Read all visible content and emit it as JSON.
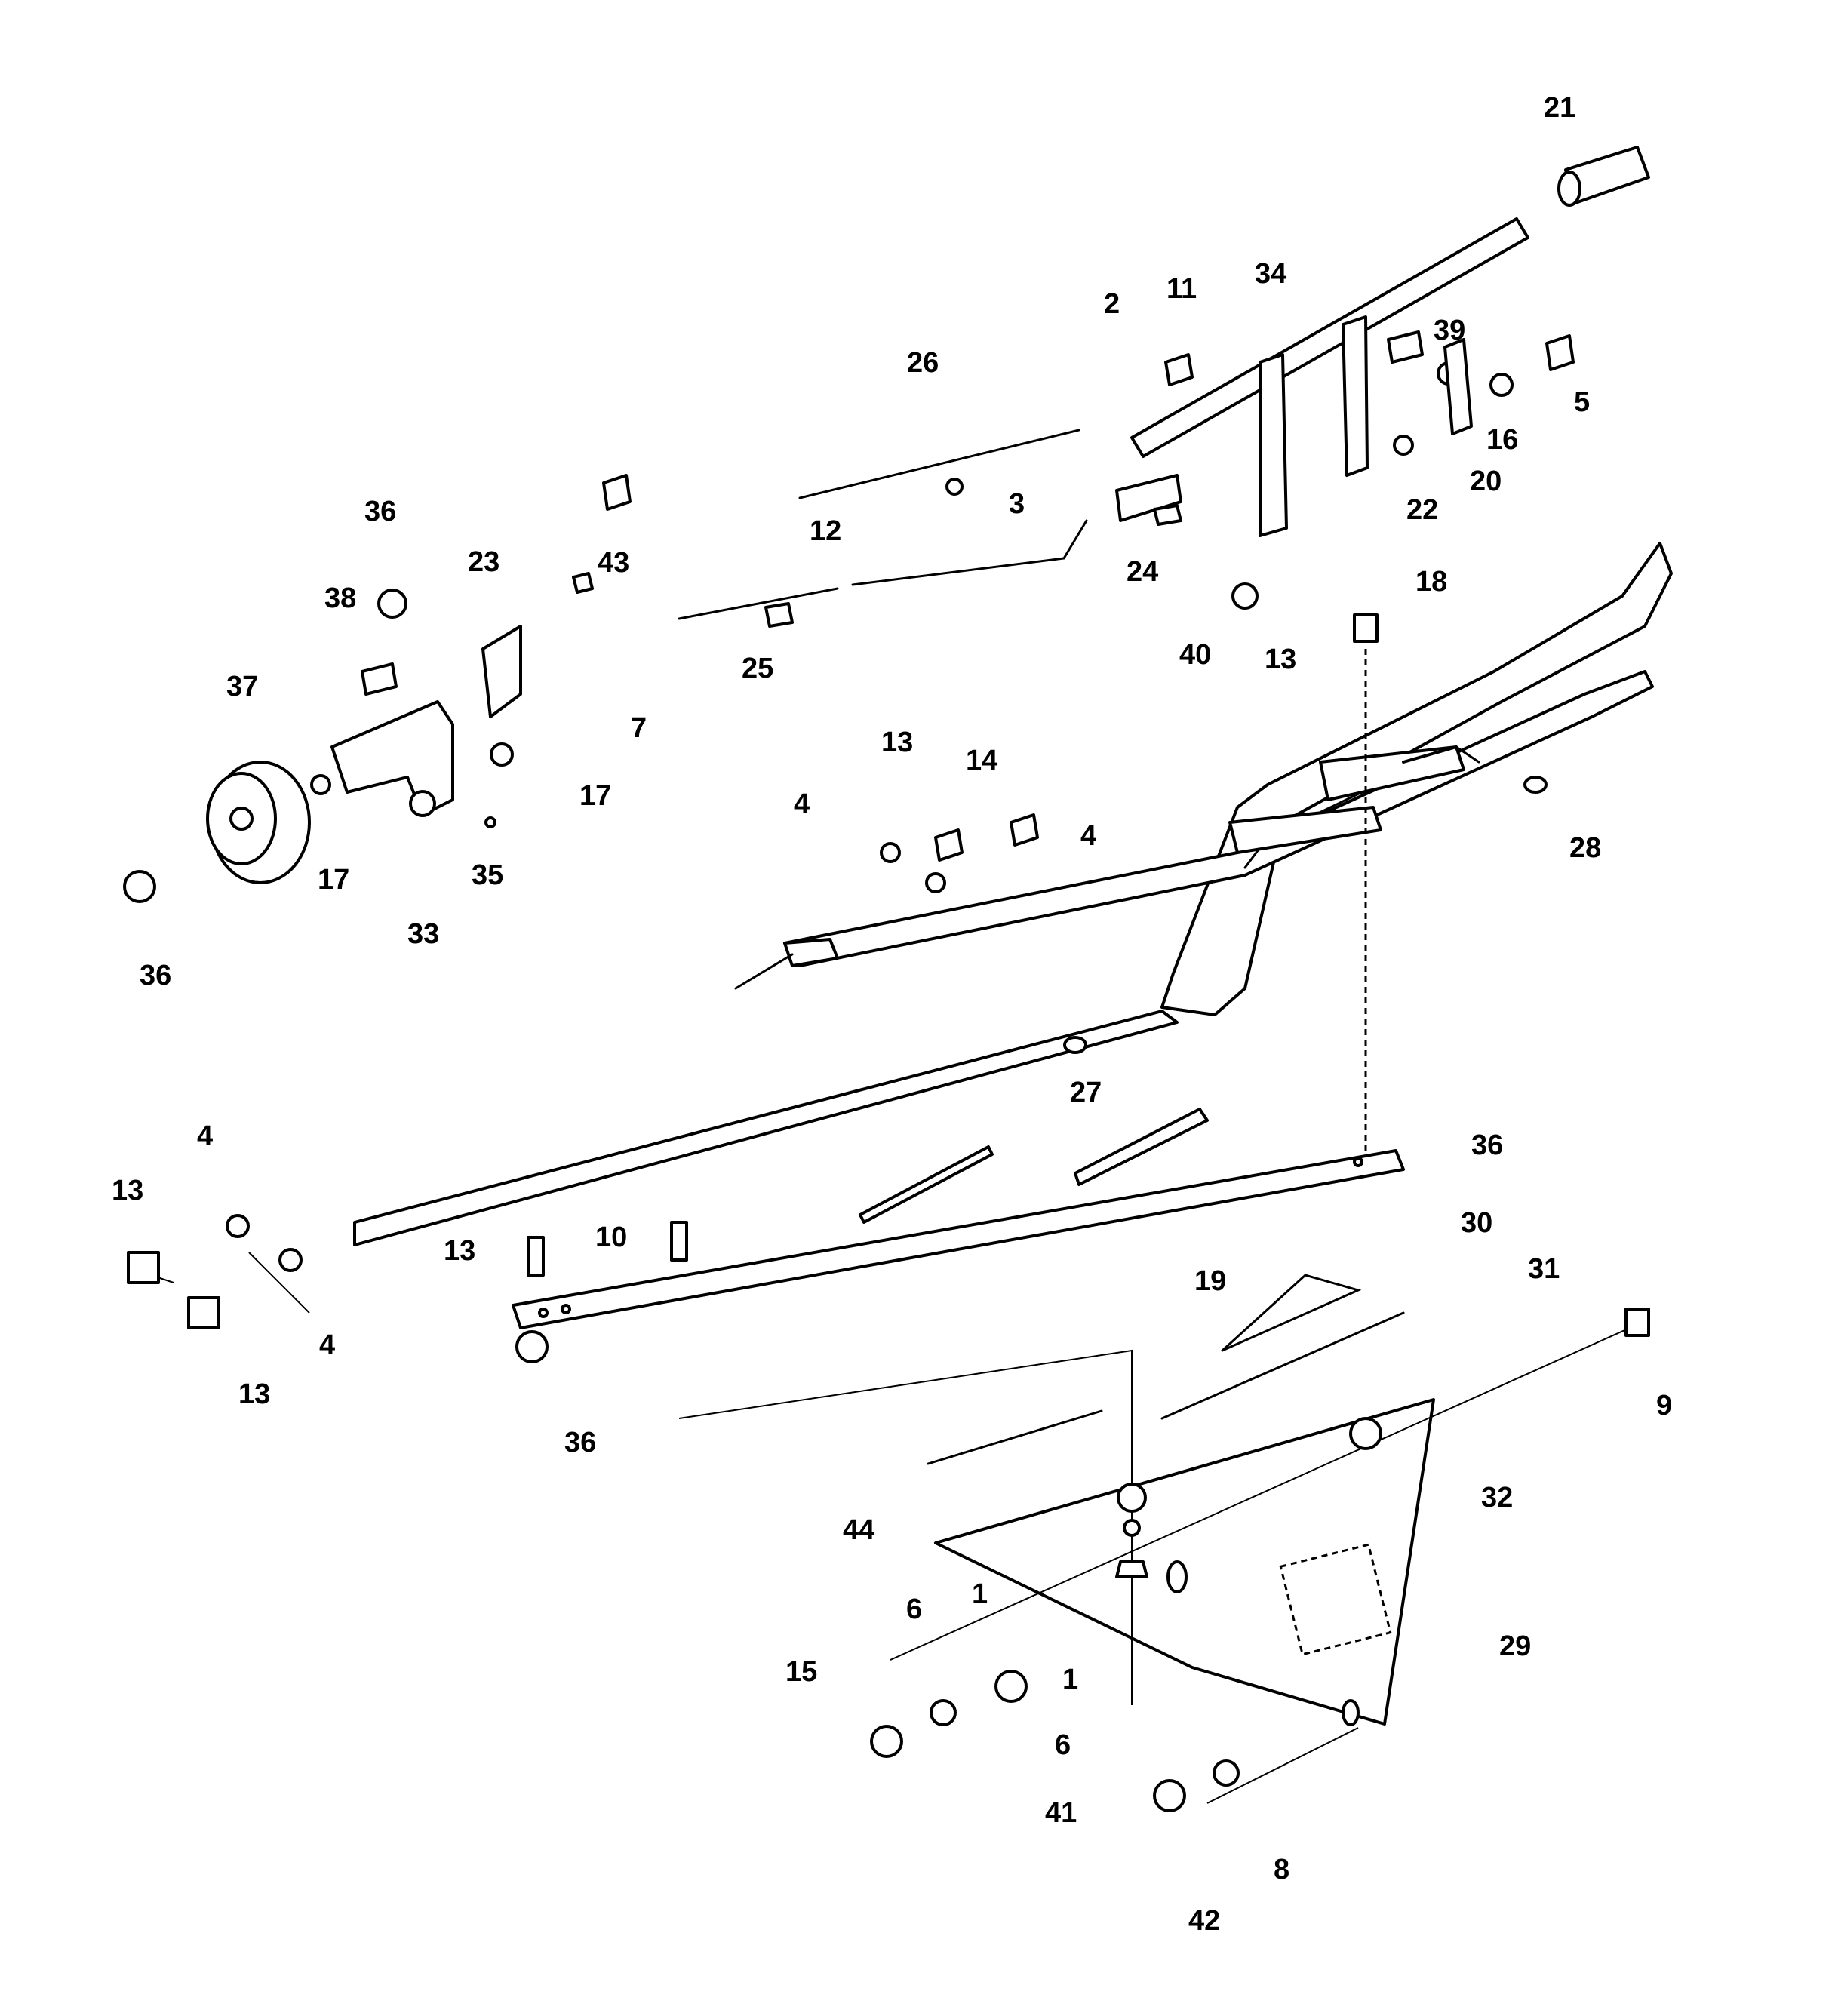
{
  "diagram": {
    "callouts": [
      "1",
      "1",
      "2",
      "3",
      "4",
      "4",
      "4",
      "4",
      "5",
      "6",
      "6",
      "7",
      "8",
      "9",
      "10",
      "11",
      "12",
      "13",
      "13",
      "13",
      "13",
      "13",
      "14",
      "15",
      "16",
      "17",
      "17",
      "18",
      "19",
      "20",
      "21",
      "22",
      "23",
      "24",
      "25",
      "26",
      "27",
      "28",
      "29",
      "30",
      "31",
      "32",
      "33",
      "34",
      "35",
      "36",
      "36",
      "36",
      "36",
      "37",
      "38",
      "39",
      "40",
      "41",
      "42",
      "43",
      "44"
    ]
  }
}
